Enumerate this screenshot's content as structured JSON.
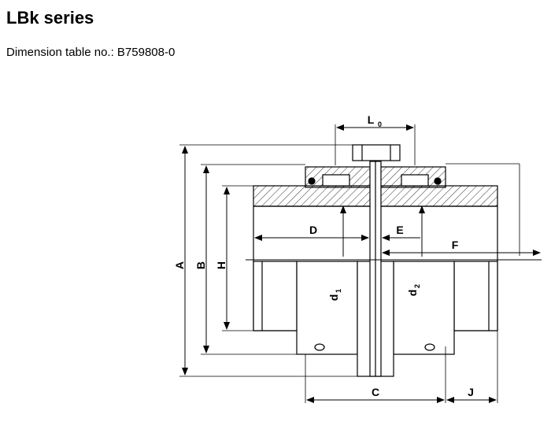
{
  "header": {
    "title": "LBk series",
    "subtitle": "Dimension table no.: B759808-0"
  },
  "dimensions": {
    "A": "A",
    "B": "B",
    "H": "H",
    "D": "D",
    "E": "E",
    "F": "F",
    "C": "C",
    "J": "J",
    "L": "L",
    "L_sub": "0",
    "d": "d",
    "d1_sub": "1",
    "d2_sub": "2"
  }
}
